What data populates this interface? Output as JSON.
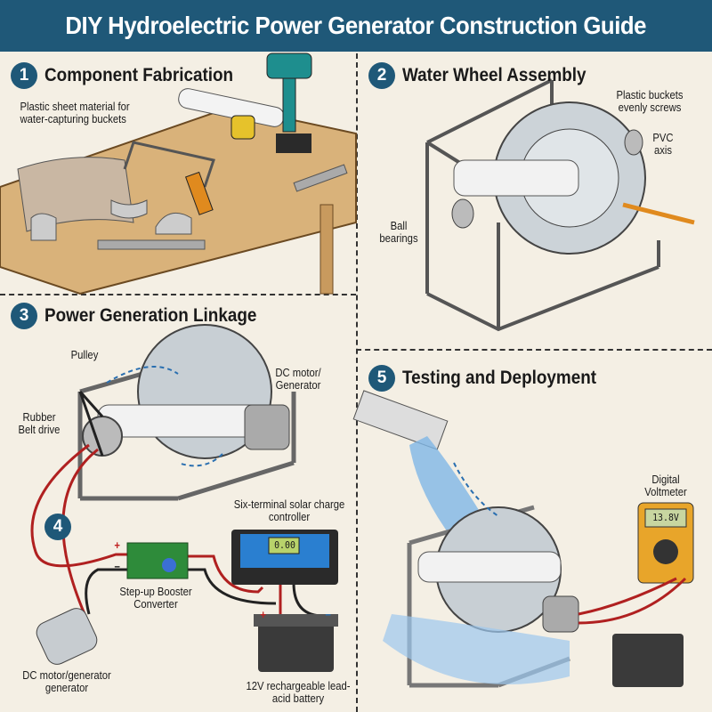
{
  "title": "DIY Hydroelectric Power Generator Construction Guide",
  "sections": [
    {
      "number": "1",
      "title": "Component Fabrication",
      "labels": [
        "Plastic sheet material for water-capturing buckets"
      ]
    },
    {
      "number": "2",
      "title": "Water Wheel Assembly",
      "labels": [
        "Plastic buckets evenly screws",
        "PVC axis",
        "Ball bearings"
      ]
    },
    {
      "number": "3",
      "title": "Power Generation Linkage",
      "labels": [
        "Pulley",
        "DC motor/ Generator",
        "Rubber Belt drive"
      ]
    },
    {
      "number": "4",
      "labels": [
        "Six-terminal solar charge controller",
        "Step-up Booster Converter",
        "DC motor/generator generator",
        "12V rechargeable lead-acid battery",
        "+",
        "−",
        "+",
        "−"
      ],
      "controller_display": "0.00"
    },
    {
      "number": "5",
      "title": "Testing and Deployment",
      "labels": [
        "Digital Voltmeter"
      ],
      "voltmeter_display": "13.8V"
    }
  ],
  "colors": {
    "header": "#1f5878",
    "background": "#f4efe4",
    "wire_red": "#b02020",
    "wire_black": "#222222",
    "controller": "#2a7fd0",
    "pcb": "#2e8b3a"
  }
}
